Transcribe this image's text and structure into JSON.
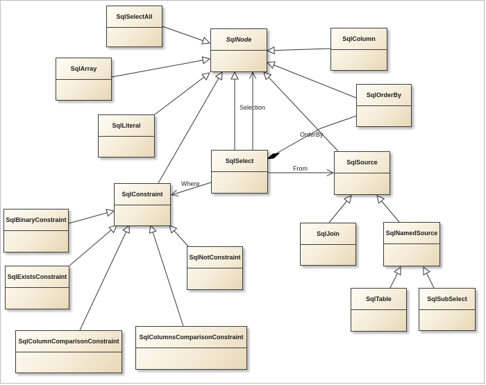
{
  "classes": {
    "sqlselectall": "SqlSelectAll",
    "sqlnode": "SqlNode",
    "sqlcolumn": "SqlColumn",
    "sqlarray": "SqlArray",
    "sqlorderby": "SqlOrderBy",
    "sqlliteral": "SqlLiteral",
    "sqlselect": "SqlSelect",
    "sqlsource": "SqlSource",
    "sqlconstraint": "SqlConstraint",
    "sqlbinaryconstraint": "SqlBinaryConstraint",
    "sqljoin": "SqlJoin",
    "sqlnamedsource": "SqlNamedSource",
    "sqlnotconstraint": "SqlNotConstraint",
    "sqlexistsconstraint": "SqlExistsConstraint",
    "sqltable": "SqlTable",
    "sqlsubselect": "SqlSubSelect",
    "sqlcolumncomparisonconstraint": "SqlColumnComparisonConstraint",
    "sqlcolumnscomparisonconstraint": "SqlColumnsComparisonConstraint"
  },
  "abstract_classes": [
    "SqlNode"
  ],
  "relationships": {
    "selection": "Selection",
    "orderby": "OrderBy",
    "from": "From",
    "where": "Where"
  }
}
